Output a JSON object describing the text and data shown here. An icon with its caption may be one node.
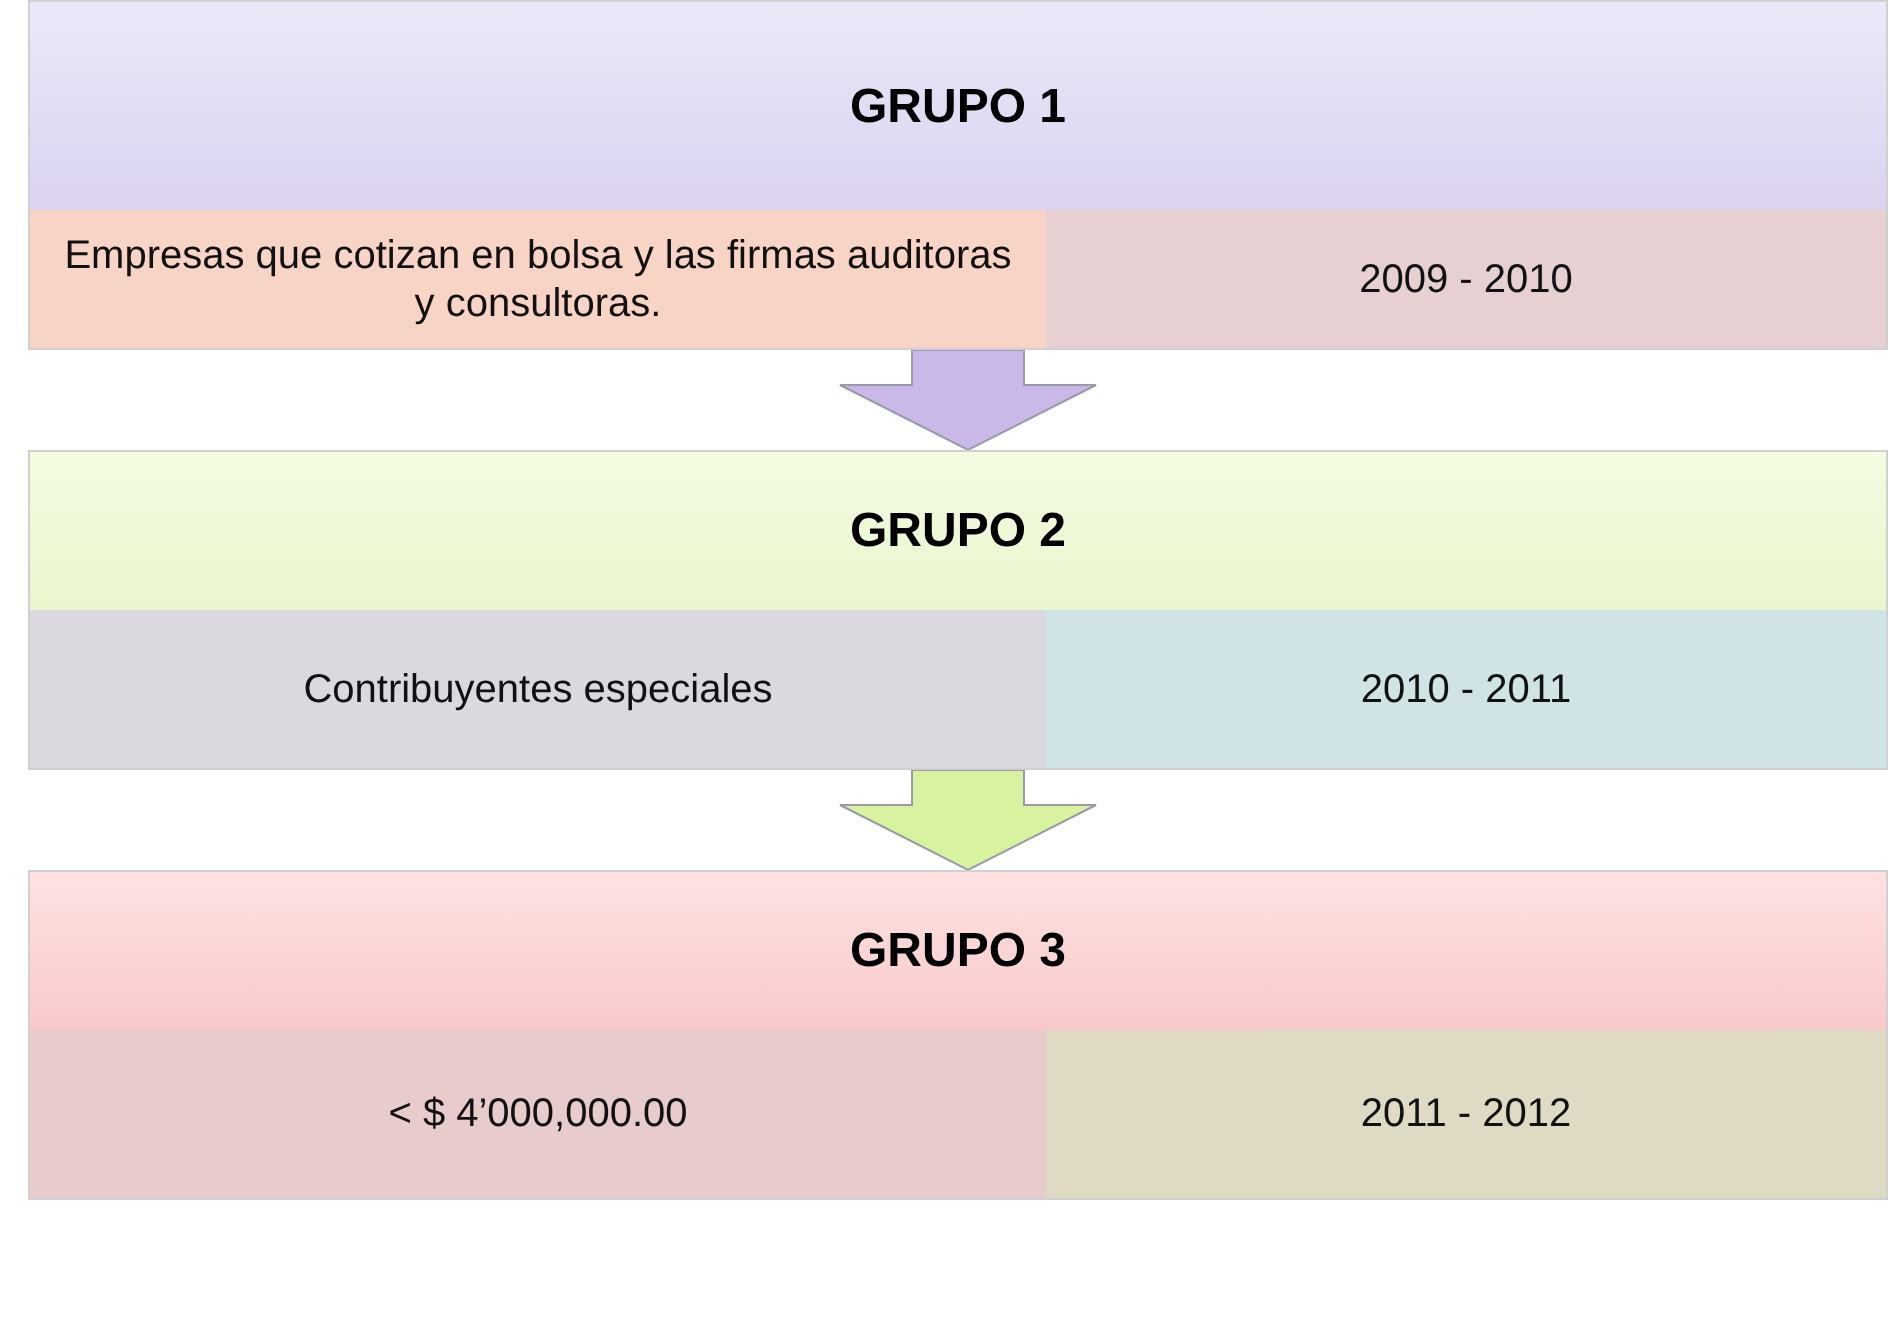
{
  "diagram": {
    "nodes": [
      {
        "text": [
          "GRUPO 1"
        ]
      },
      {
        "text": [
          "Empresas que cotizan en bolsa y las firmas auditoras y consultoras."
        ],
        "in": 0
      },
      {
        "text": [
          "2009 - 2010"
        ],
        "in": 0
      },
      {
        "text": [
          "GRUPO 2"
        ]
      },
      {
        "text": [
          "Contribuyentes especiales"
        ],
        "in": 3
      },
      {
        "text": [
          "2010 - 2011"
        ],
        "in": 3
      },
      {
        "text": [
          "GRUPO 3"
        ]
      },
      {
        "text": [
          "< $ 4’000,000.00"
        ],
        "in": 6
      },
      {
        "text": [
          "2011 - 2012"
        ],
        "in": 6
      }
    ],
    "edges": [
      {
        "from": 0,
        "to": 3,
        "arrow": "to",
        "color": "#c9b8e8"
      },
      {
        "from": 3,
        "to": 6,
        "arrow": "to",
        "color": "#d8f2a0"
      }
    ]
  }
}
